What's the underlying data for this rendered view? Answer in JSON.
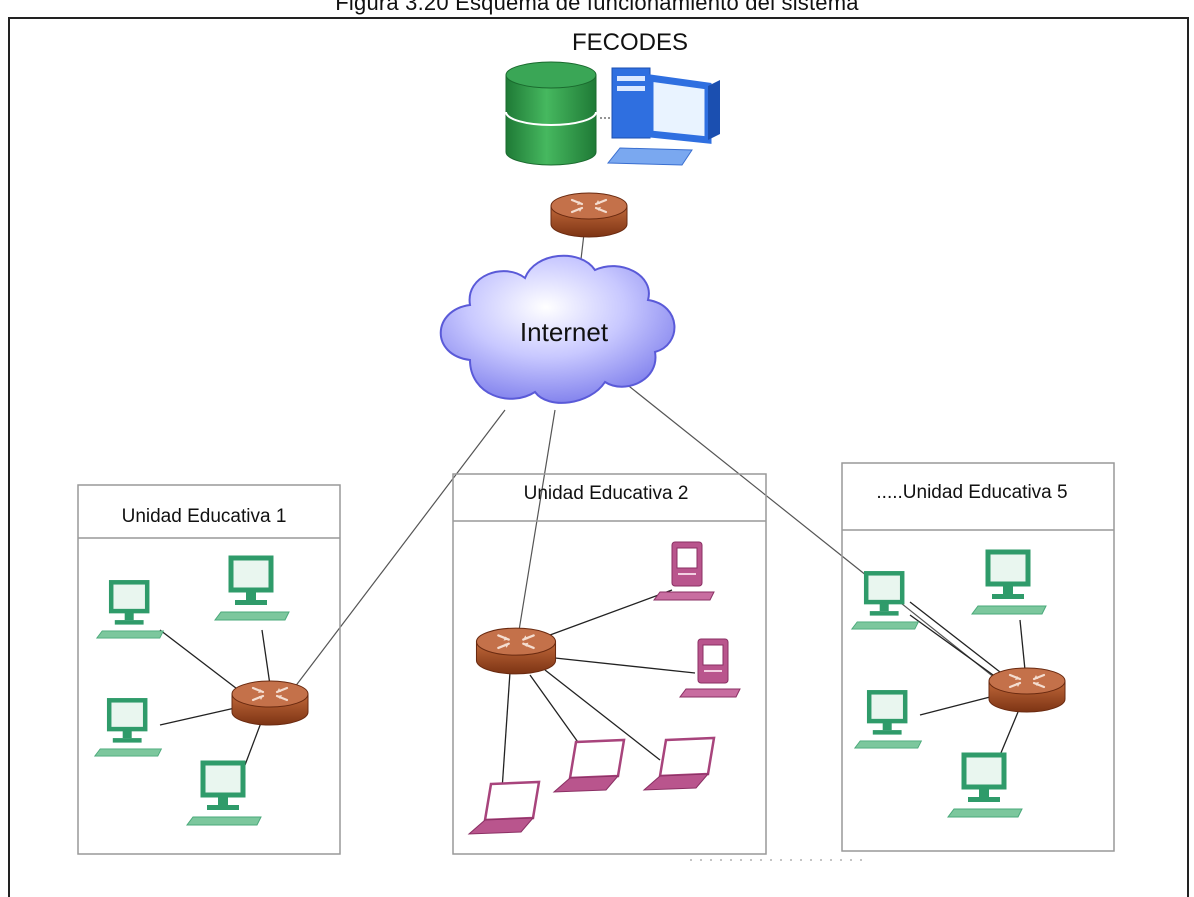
{
  "figure": {
    "caption": "Figura 3.20 Esquema de funcionamiento del sistema",
    "server_label": "FECODES",
    "cloud_label": "Internet"
  },
  "units": [
    {
      "label": "Unidad Educativa 1"
    },
    {
      "label": "Unidad Educativa 2"
    },
    {
      "label": ".....Unidad Educativa 5"
    }
  ],
  "colors": {
    "database": "#2e9a47",
    "server": "#2f6fe0",
    "router": "#a04c22",
    "cloud": "#8f8ff0",
    "workstation": "#2f9b6a",
    "laptop": "#a8447c",
    "tower_pc": "#a8447c"
  },
  "icons": [
    "database-icon",
    "server-tower-icon",
    "monitor-icon",
    "keyboard-icon",
    "router-icon",
    "cloud-icon",
    "workstation-icon",
    "laptop-icon",
    "tower-pc-icon"
  ]
}
